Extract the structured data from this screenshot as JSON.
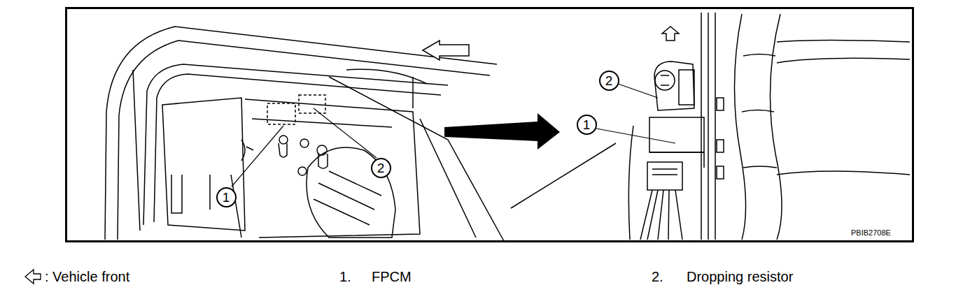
{
  "diagram": {
    "nodes": [
      {
        "text": [
          "1"
        ]
      },
      {
        "text": [
          "2"
        ]
      },
      {
        "text": [
          "2"
        ]
      },
      {
        "text": [
          "1"
        ]
      }
    ],
    "edges": [],
    "labels": [
      "PBIB2708E",
      "1.",
      "FPCM",
      "2.",
      "Dropping resistor"
    ],
    "legend": [
      {
        "text": ": Vehicle front"
      }
    ]
  }
}
